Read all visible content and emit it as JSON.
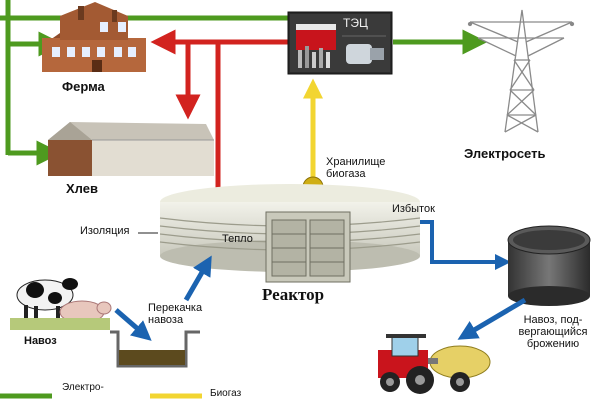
{
  "labels": {
    "farm": "Ферма",
    "barn": "Хлев",
    "chp": "ТЭЦ",
    "grid": "Электросеть",
    "storage": "Хранилище биогаза",
    "insulation": "Изоляция",
    "heat": "Тепло",
    "excess": "Избыток",
    "reactor": "Реактор",
    "manure": "Навоз",
    "pumping": "Перекачка навоза",
    "fermented": "Навоз, под-вергающийся брожению",
    "legend_electricity": "Электро-",
    "legend_biogas": "Биогаз"
  },
  "colors": {
    "electricity": "#4e9a1f",
    "heat": "#d2231f",
    "biogas": "#f2d531",
    "manure_flow": "#1b63b0"
  },
  "icons": [
    "house-icon",
    "barn-icon",
    "power-plant-icon",
    "transmission-tower-icon",
    "reactor-icon",
    "storage-tank-icon",
    "cow-icon",
    "pig-icon",
    "tractor-icon"
  ]
}
